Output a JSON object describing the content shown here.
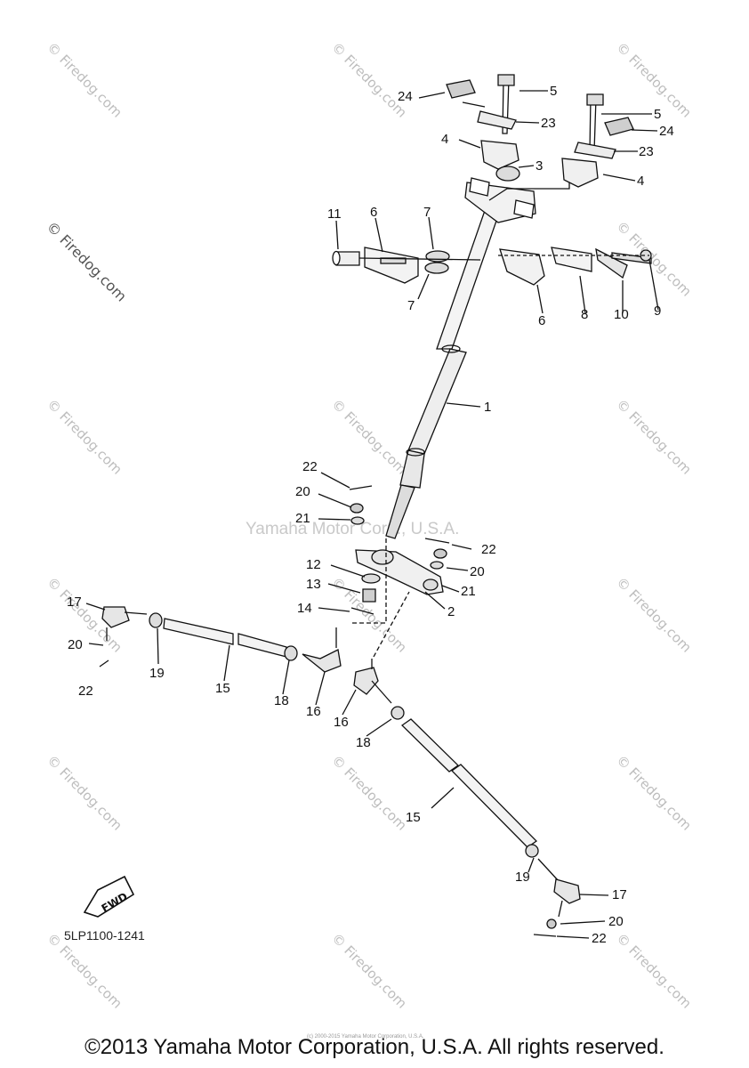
{
  "watermark_text": "© Firedog.com",
  "center_watermark": "Yamaha Motor Corp., U.S.A.",
  "diagram_code": "5LP1100-1241",
  "small_print": "(c) 2000-2015 Yamaha Motor Corporation, U.S.A.",
  "copyright": "©2013 Yamaha Motor Corporation, U.S.A. All rights reserved.",
  "fwd_label": "FWD",
  "callouts": [
    "24",
    "5",
    "23",
    "4",
    "5",
    "24",
    "23",
    "3",
    "4",
    "11",
    "6",
    "7",
    "7",
    "6",
    "8",
    "10",
    "9",
    "1",
    "22",
    "20",
    "21",
    "22",
    "20",
    "12",
    "13",
    "14",
    "21",
    "2",
    "17",
    "20",
    "22",
    "19",
    "15",
    "18",
    "16",
    "16",
    "18",
    "15",
    "19",
    "17",
    "20",
    "22"
  ]
}
